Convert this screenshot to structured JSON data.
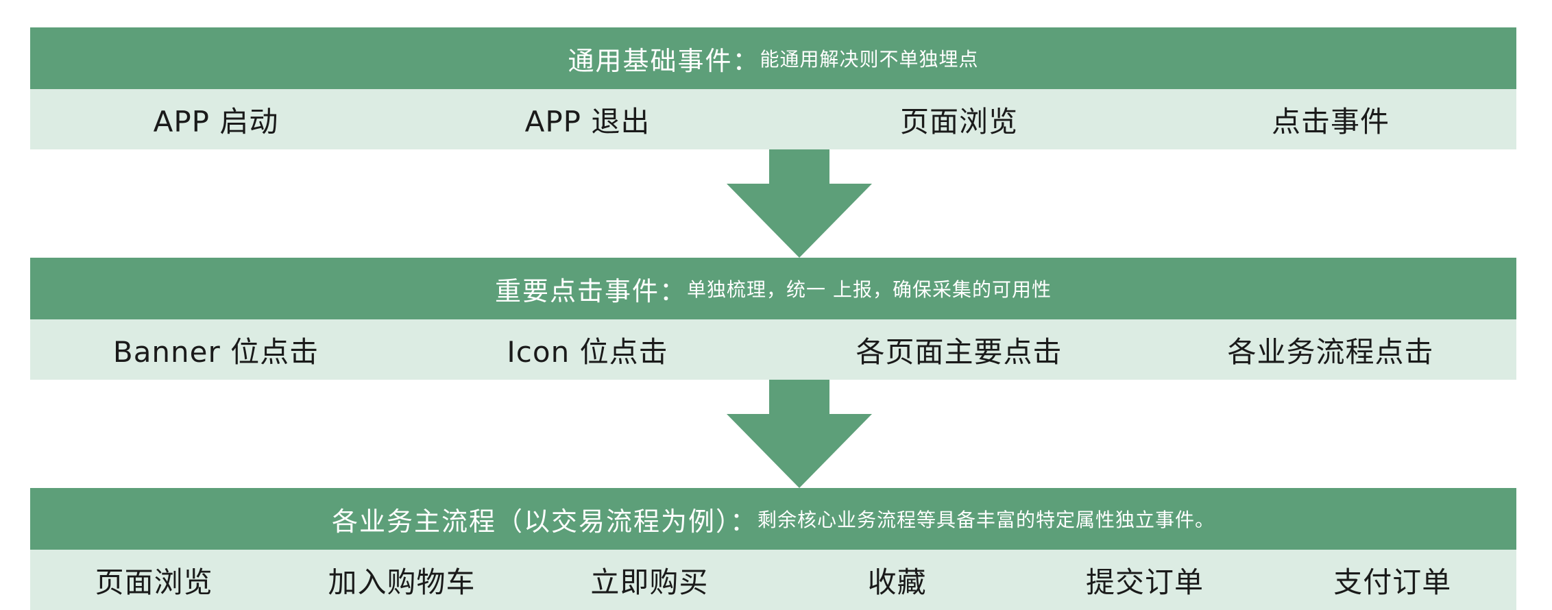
{
  "colors": {
    "header_bg": "#5d9f79",
    "body_bg": "#dcece3",
    "arrow": "#5d9f79",
    "text_dark": "#1a1a1a",
    "text_light": "#ffffff"
  },
  "tiers": [
    {
      "title": "通用基础事件：",
      "note": "能通用解决则不单独埋点",
      "items": [
        "APP 启动",
        "APP 退出",
        "页面浏览",
        "点击事件"
      ]
    },
    {
      "title": "重要点击事件：",
      "note": "单独梳理，统一 上报，确保采集的可用性",
      "items": [
        "Banner 位点击",
        "Icon 位点击",
        "各页面主要点击",
        "各业务流程点击"
      ]
    },
    {
      "title": "各业务主流程（以交易流程为例）：",
      "note": "剩余核心业务流程等具备丰富的特定属性独立事件。",
      "items": [
        "页面浏览",
        "加入购物车",
        "立即购买",
        "收藏",
        "提交订单",
        "支付订单"
      ]
    }
  ]
}
